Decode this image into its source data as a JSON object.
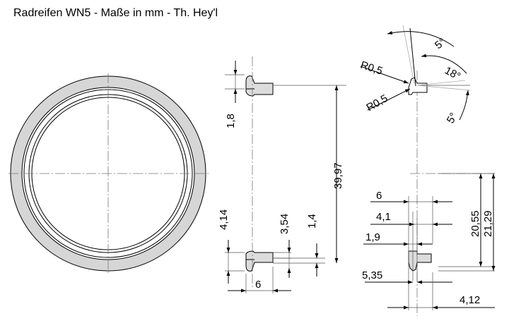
{
  "title": "Radreifen WN5 - Maße in mm - Th. Hey'l",
  "colors": {
    "ring_fill": "#d6d6d6",
    "profile_fill": "#dcdcdc",
    "line": "#000000"
  },
  "side_view": {
    "dims": {
      "d1": "1,8",
      "d2": "39,97",
      "d3": "4,14",
      "d4": "3,54",
      "d5": "1,4",
      "d6": "6"
    }
  },
  "detail_view": {
    "dims": {
      "r_top": "R0,5",
      "r_bottom": "R0,5",
      "a_top": "5°",
      "a_mid": "18°",
      "a_bottom": "5°",
      "w_6": "6",
      "w_41": "4,1",
      "w_19": "1,9",
      "h_2055": "20,55",
      "h_2129": "21,29",
      "w_535": "5,35",
      "w_412": "4,12"
    }
  }
}
